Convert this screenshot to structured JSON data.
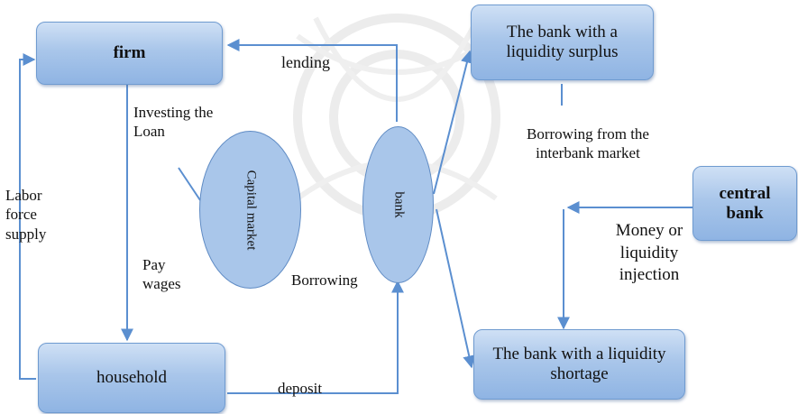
{
  "nodes": {
    "firm": "firm",
    "household": "household",
    "bank_surplus": "The bank with a liquidity surplus",
    "bank_shortage": "The bank with a liquidity shortage",
    "central_bank": "central bank",
    "capital_market": "Capital market",
    "bank": "bank"
  },
  "edge_labels": {
    "lending": "lending",
    "investing_loan": "Investing the Loan",
    "labor_force_supply": "Labor force supply",
    "pay_wages": "Pay wages",
    "borrowing": "Borrowing",
    "deposit": "deposit",
    "interbank": "Borrowing from the interbank market",
    "money_injection": "Money or liquidity injection"
  },
  "colors": {
    "box_fill": "#a9c6ea",
    "box_border": "#6f9bd0",
    "arrow": "#5b8fd0"
  }
}
